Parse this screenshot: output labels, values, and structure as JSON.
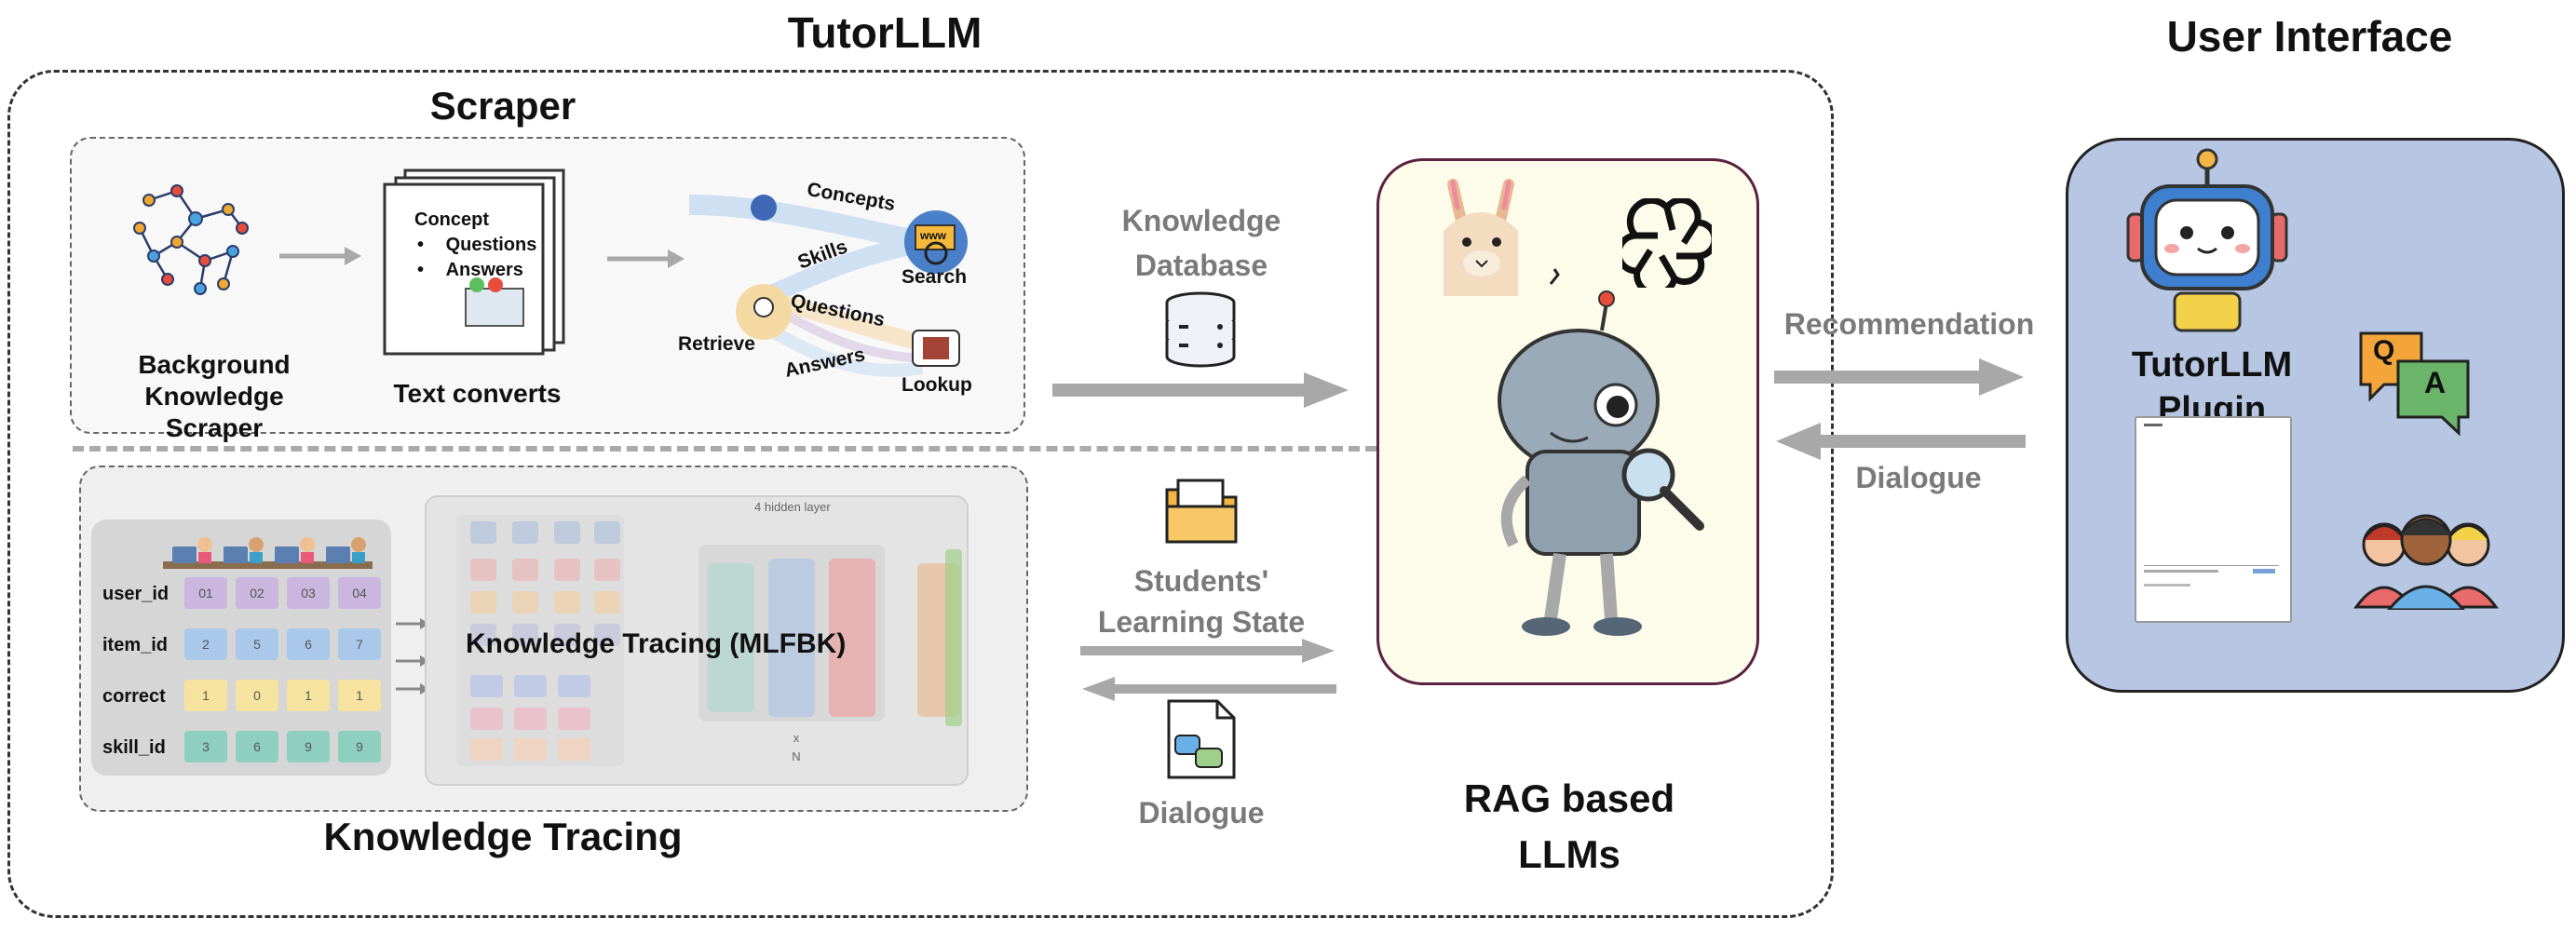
{
  "titles": {
    "main": "TutorLLM",
    "ui": "User Interface",
    "scraper": "Scraper",
    "kt": "Knowledge Tracing",
    "rag": "RAG based\nLLMs"
  },
  "scraper": {
    "bg_label": "Background Knowledge\nScraper",
    "text_converts": "Text converts",
    "doc": {
      "concept": "Concept",
      "b1": "Questions",
      "b2": "Answers"
    },
    "nodes": {
      "concepts": "Concepts",
      "skills": "Skills",
      "questions": "Questions",
      "answers": "Answers",
      "retrieve": "Retrieve",
      "search": "Search",
      "lookup": "Lookup",
      "www": "www"
    }
  },
  "kt": {
    "rows": [
      "user_id",
      "item_id",
      "correct",
      "skill_id"
    ],
    "values": [
      [
        "01",
        "02",
        "03",
        "04"
      ],
      [
        "2",
        "5",
        "6",
        "7"
      ],
      [
        "1",
        "0",
        "1",
        "1"
      ],
      [
        "3",
        "6",
        "9",
        "9"
      ]
    ],
    "model_label": "Knowledge Tracing (MLFBK)",
    "hidden": "4 hidden layer",
    "xn": "x\nN"
  },
  "flow": {
    "kd": "Knowledge\nDatabase",
    "sls": "Students'\nLearning State",
    "dialogue_mid": "Dialogue",
    "recommendation": "Recommendation",
    "dialogue_right": "Dialogue"
  },
  "ui": {
    "plugin": "TutorLLM\nPlugin",
    "chat_q": "Q",
    "chat_a": "A"
  },
  "colors": {
    "arrow": "#a8a8a8",
    "llm_border": "#5a2140",
    "ui_bg": "#b7c6e2"
  }
}
